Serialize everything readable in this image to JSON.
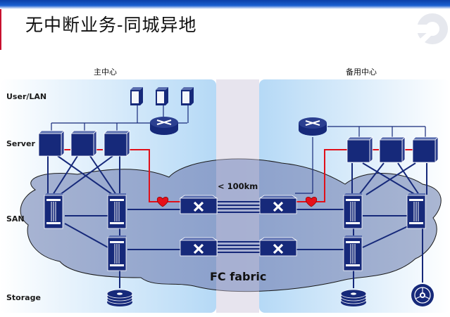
{
  "slide": {
    "title": "无中断业务-同城异地",
    "accent_color": "#1a5fd0",
    "logo_icon": "logo-icon"
  },
  "sites": {
    "primary": "主中心",
    "backup": "备用中心"
  },
  "layers": {
    "user_lan": "User/LAN",
    "server": "Server",
    "san": "SAN",
    "storage": "Storage"
  },
  "link": {
    "distance": "< 100km",
    "fabric": "FC fabric",
    "switch_label": "X"
  },
  "colors": {
    "device": "#16297a",
    "replication_link": "#e0101a",
    "cloud": "#8c9dc4",
    "site_panel": "#b8dcf7"
  }
}
